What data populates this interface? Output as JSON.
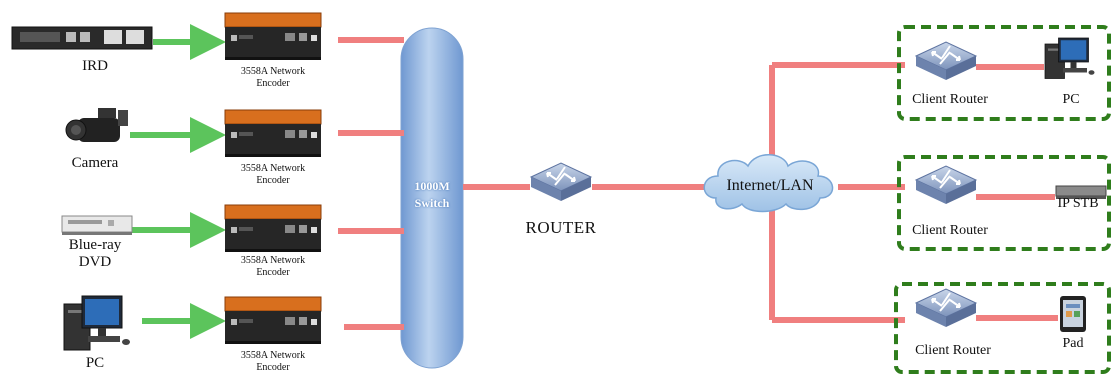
{
  "sources": [
    {
      "label": "IRD",
      "icon": "ird-receiver-icon"
    },
    {
      "label": "Camera",
      "icon": "camera-icon"
    },
    {
      "label": "Blue-ray\nDVD",
      "icon": "dvd-player-icon"
    },
    {
      "label": "PC",
      "icon": "pc-icon"
    }
  ],
  "encoders": [
    {
      "line1": "3558A Network",
      "line2": "Encoder"
    },
    {
      "line1": "3558A Network",
      "line2": "Encoder"
    },
    {
      "line1": "3558A Network",
      "line2": "Encoder"
    },
    {
      "line1": "3558A Network",
      "line2": "Encoder"
    }
  ],
  "switch": {
    "line1": "1000M",
    "line2": "Switch"
  },
  "router": {
    "label": "ROUTER"
  },
  "network": {
    "label": "Internet/LAN"
  },
  "clients": [
    {
      "router_label": "Client Router",
      "device_label": "PC",
      "device_icon": "pc-icon"
    },
    {
      "router_label": "Client Router",
      "device_label": "IP STB",
      "device_icon": "set-top-box-icon"
    },
    {
      "router_label": "Client Router",
      "device_label": "Pad",
      "device_icon": "tablet-icon"
    }
  ],
  "colors": {
    "link_red": "#f07f7f",
    "arrow_green": "#5cc45c",
    "client_border": "#2f7d1c",
    "switch_blue": "#8fb3df",
    "router_blue": "#8fa3c6",
    "cloud_blue": "#b8d3ef",
    "encoder_orange": "#d86f1e"
  }
}
